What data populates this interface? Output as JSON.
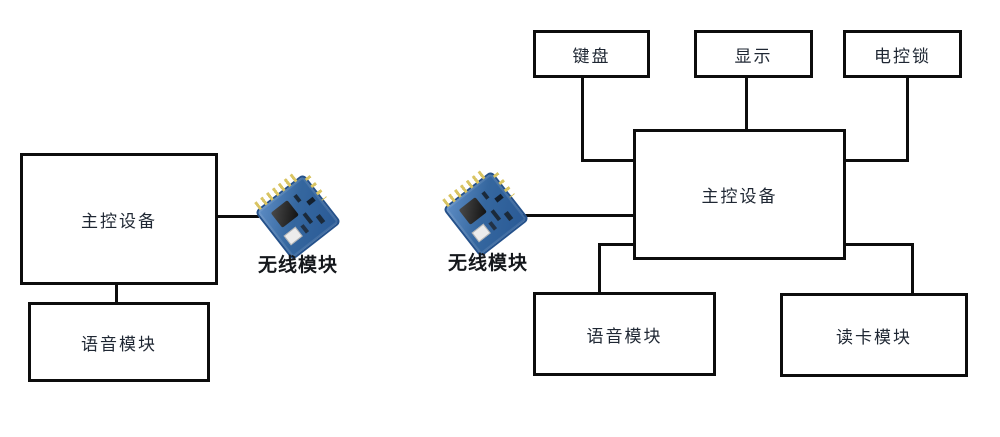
{
  "left_diagram": {
    "main_device": "主控设备",
    "voice_module": "语音模块",
    "wireless_module": "无线模块"
  },
  "right_diagram": {
    "keyboard": "键盘",
    "display": "显示",
    "electric_lock": "电控锁",
    "main_device": "主控设备",
    "voice_module": "语音模块",
    "card_reader": "读卡模块",
    "wireless_module": "无线模块"
  },
  "icons": {
    "wireless_pcb": "blue tilted PCB module with gold pins, black chip"
  },
  "colors": {
    "background": "#ffffff",
    "line": "#0d0d0d",
    "box_text": "#1f2733",
    "pcb_blue": "#35679f",
    "pcb_border": "#24518b",
    "pin_gold": "#d9c463",
    "chip_black": "#1c1c1c"
  }
}
